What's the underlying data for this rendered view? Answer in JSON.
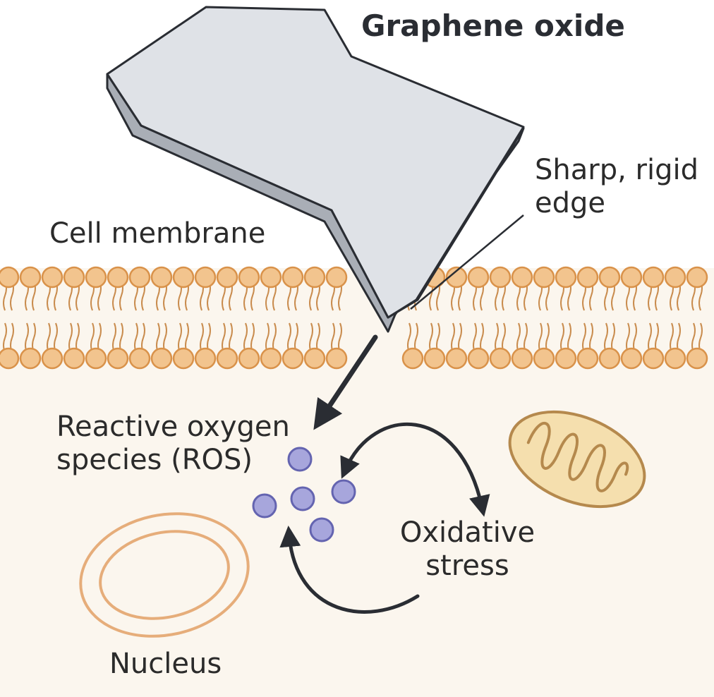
{
  "labels": {
    "title": "Graphene oxide",
    "edge_line1": "Sharp, rigid",
    "edge_line2": "edge",
    "membrane": "Cell membrane",
    "ros_line1": "Reactive oxygen",
    "ros_line2": "species (ROS)",
    "stress_line1": "Oxidative",
    "stress_line2": "stress",
    "nucleus": "Nucleus"
  },
  "colors": {
    "background": "#ffffff",
    "cytoplasm": "#fbf6ee",
    "lipid_head_fill": "#f2c48e",
    "lipid_head_stroke": "#d9924a",
    "lipid_tail": "#c98c4e",
    "sheet_fill": "#dfe2e7",
    "sheet_edge": "#a9aeb6",
    "outline": "#2a2d33",
    "ros_fill": "#a7a6dc",
    "ros_stroke": "#6464b0",
    "mitochondrion_fill": "#f5dfae",
    "mitochondrion_stroke": "#b5894d",
    "nucleus_stroke": "#e6ad7a"
  },
  "icons": {
    "sheet": "graphene-oxide-sheet-icon",
    "ros": "ros-molecule-icon",
    "mitochondrion": "mitochondrion-icon",
    "nucleus": "nucleus-icon"
  }
}
